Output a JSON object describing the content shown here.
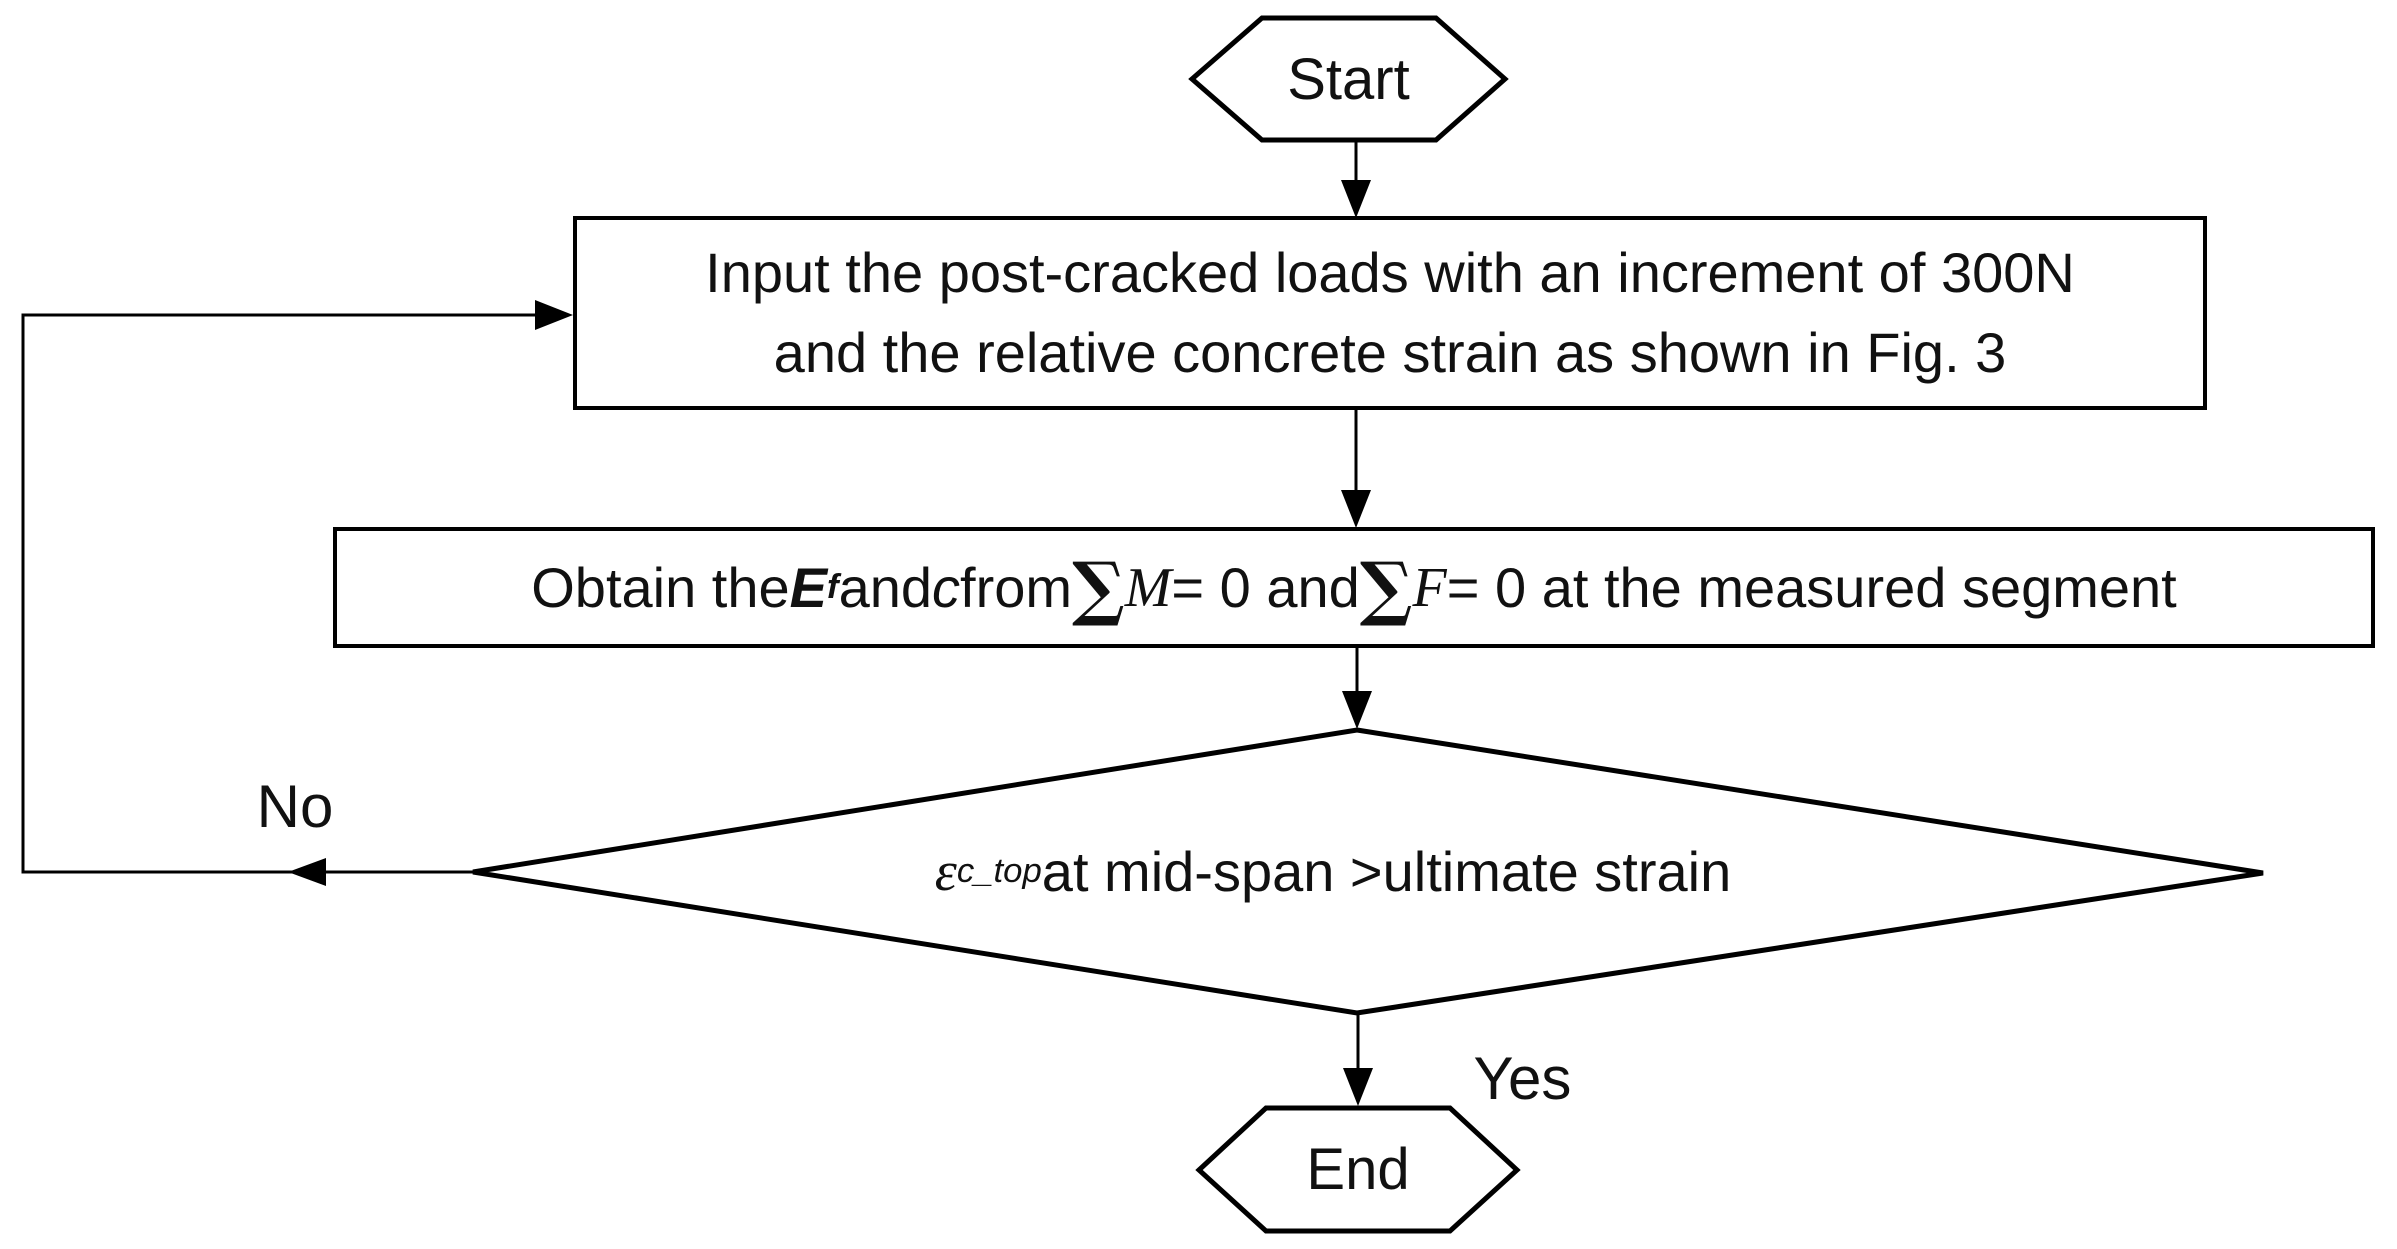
{
  "flowchart": {
    "nodes": {
      "start": {
        "label": "Start"
      },
      "input_step": {
        "line1": "Input the post-cracked loads with an increment of 300N",
        "line2": "and the relative concrete strain as shown in Fig. 3"
      },
      "solve_step": {
        "prefix": "Obtain the ",
        "ef_var": "E",
        "ef_sub": "f",
        "and1": " and ",
        "c_var": "c",
        "from": " from ",
        "sigma1": "∑",
        "m_var": "M",
        "eq1": " = 0 and ",
        "sigma2": "∑",
        "f_var": "F",
        "eq2": " = 0 at the measured segment"
      },
      "decision": {
        "epsilon": "ε",
        "epsilon_sub": "c_top",
        "condition": " at mid-span >ultimate strain"
      },
      "end": {
        "label": "End"
      }
    },
    "edges": {
      "no_label": "No",
      "yes_label": "Yes"
    },
    "colors": {
      "stroke": "#000000",
      "node_fill": "#ffffff",
      "text": "#111111"
    }
  }
}
